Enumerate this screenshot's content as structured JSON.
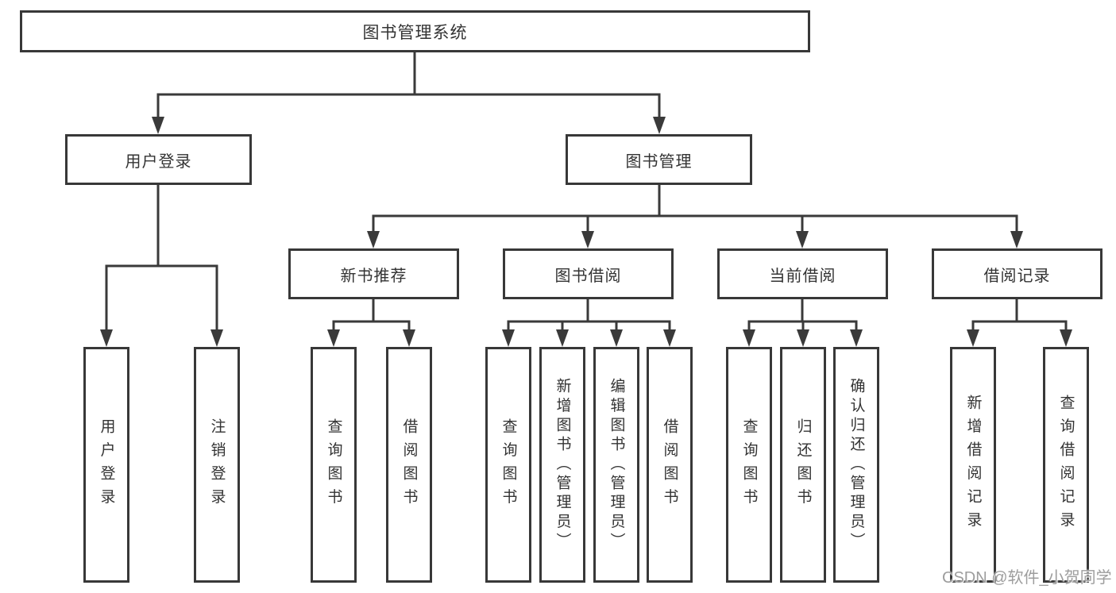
{
  "diagram": {
    "title": "图书管理系统",
    "root": {
      "label": "图书管理系统"
    },
    "level2": [
      {
        "label": "用户登录"
      },
      {
        "label": "图书管理"
      }
    ],
    "level3": [
      {
        "label": "新书推荐"
      },
      {
        "label": "图书借阅"
      },
      {
        "label": "当前借阅"
      },
      {
        "label": "借阅记录"
      }
    ],
    "leaves": [
      {
        "label": "用户登录",
        "parent": "用户登录"
      },
      {
        "label": "注销登录",
        "parent": "用户登录"
      },
      {
        "label": "查询图书",
        "parent": "新书推荐"
      },
      {
        "label": "借阅图书",
        "parent": "新书推荐"
      },
      {
        "label": "查询图书",
        "parent": "图书借阅"
      },
      {
        "label": "新增图书（管理员）",
        "parent": "图书借阅"
      },
      {
        "label": "编辑图书（管理员）",
        "parent": "图书借阅"
      },
      {
        "label": "借阅图书",
        "parent": "图书借阅"
      },
      {
        "label": "查询图书",
        "parent": "当前借阅"
      },
      {
        "label": "归还图书",
        "parent": "当前借阅"
      },
      {
        "label": "确认归还（管理员）",
        "parent": "当前借阅"
      },
      {
        "label": "新增借阅记录",
        "parent": "借阅记录"
      },
      {
        "label": "查询借阅记录",
        "parent": "借阅记录"
      }
    ],
    "watermark": "CSDN @软件_小贺同学",
    "colors": {
      "line": "#3a3a3a",
      "border": "#383838",
      "text": "#333333",
      "watermark": "#9d9d9d",
      "background": "#ffffff"
    }
  }
}
